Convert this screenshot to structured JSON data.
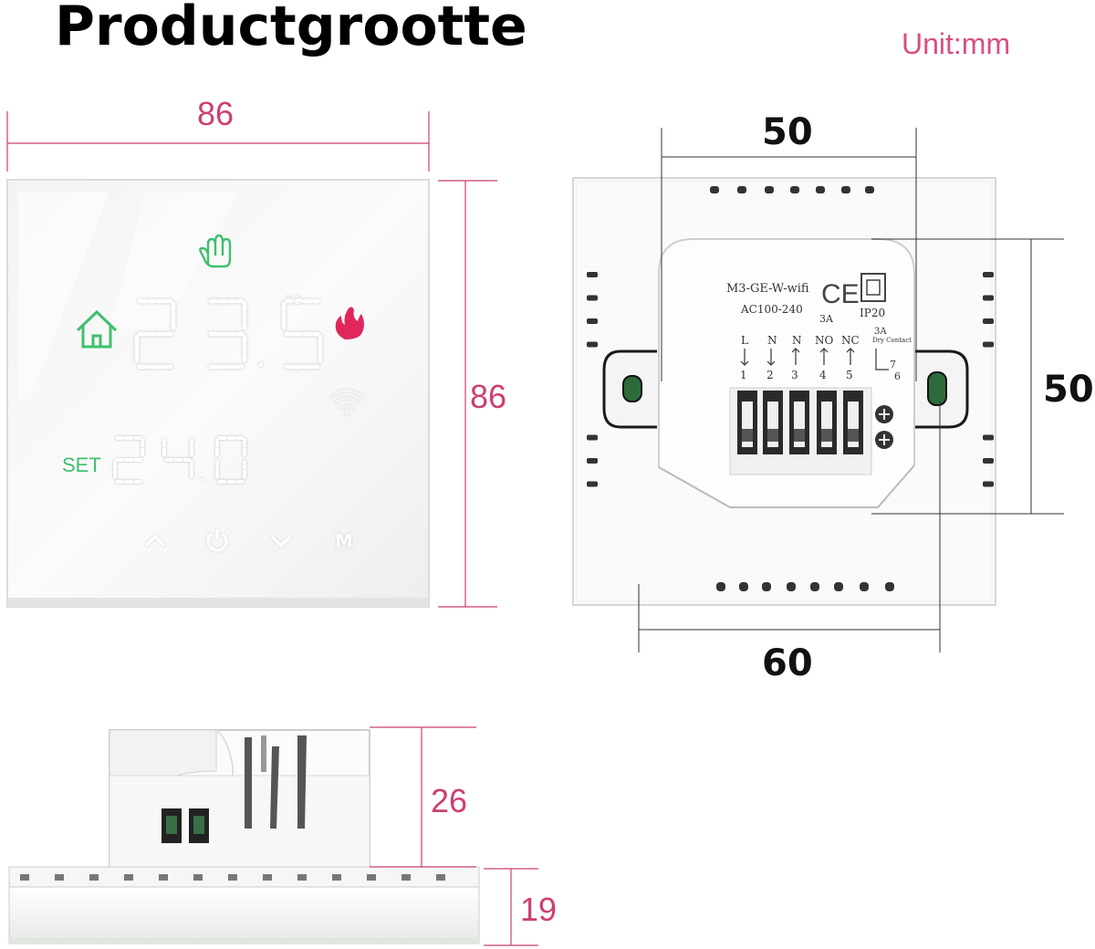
{
  "header": {
    "title": "Productgrootte",
    "unit": "Unit:mm"
  },
  "front_view": {
    "width_label": "86",
    "height_label": "86",
    "display_temp": "23.5",
    "temp_unit": "°C",
    "set_label": "SET",
    "set_temp": "24.0",
    "buttons": [
      "up",
      "power",
      "down",
      "M"
    ],
    "button_m_label": "M"
  },
  "back_view": {
    "top_width_label": "50",
    "right_height_label": "50",
    "bottom_width_label": "60",
    "model": "M3-GE-W-wifi",
    "ce_mark": "CE",
    "voltage": "AC100-240",
    "current_a": "3A",
    "ip_rating": "IP20",
    "dry_contact_current": "3A",
    "dry_contact_label": "Dry Contact",
    "terminals_top": [
      "L",
      "N",
      "N",
      "NO",
      "NC"
    ],
    "terminals_num": [
      "1",
      "2",
      "3",
      "4",
      "5"
    ],
    "dry_contact_pins": [
      "7",
      "6"
    ]
  },
  "side_view": {
    "depth_top_label": "26",
    "depth_bottom_label": "19"
  },
  "colors": {
    "dimension_pink": "#cc3f72",
    "icon_green": "#3fbf6f",
    "flame_red": "#e0265a"
  }
}
